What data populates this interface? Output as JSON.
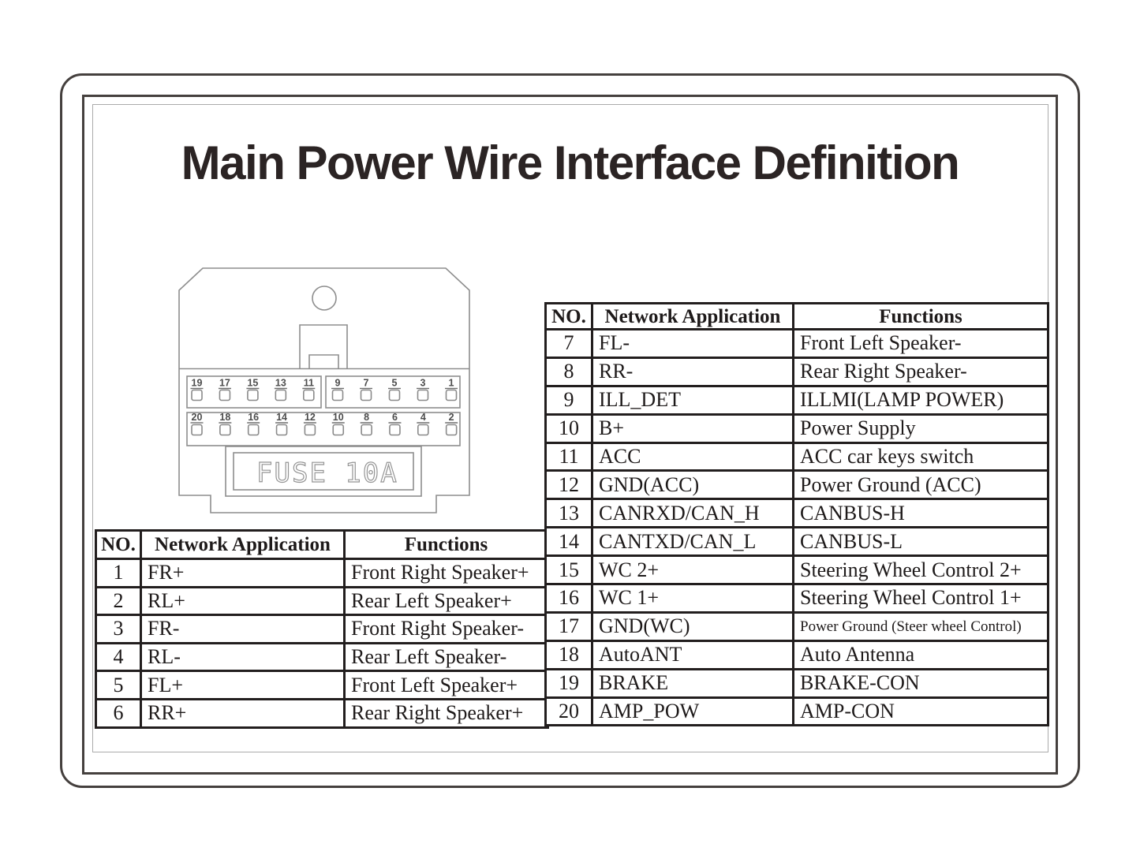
{
  "title": "Main Power Wire Interface Definition",
  "connector": {
    "fuse_label": "FUSE",
    "fuse_rating": "10A",
    "pin_rows": {
      "top_left": [
        "19",
        "17",
        "15",
        "13",
        "11"
      ],
      "top_right": [
        "9",
        "7",
        "5",
        "3",
        "1"
      ],
      "bottom": [
        "20",
        "18",
        "16",
        "14",
        "12",
        "10",
        "8",
        "6",
        "4",
        "2"
      ]
    }
  },
  "left_table": {
    "headers": [
      "NO.",
      "Network Application",
      "Functions"
    ],
    "rows": [
      [
        "1",
        "FR+",
        "Front Right Speaker+"
      ],
      [
        "2",
        "RL+",
        "Rear Left Speaker+"
      ],
      [
        "3",
        "FR-",
        "Front Right Speaker-"
      ],
      [
        "4",
        "RL-",
        "Rear Left Speaker-"
      ],
      [
        "5",
        "FL+",
        "Front Left Speaker+"
      ],
      [
        "6",
        "RR+",
        "Rear Right Speaker+"
      ]
    ]
  },
  "right_table": {
    "headers": [
      "NO.",
      "Network Application",
      "Functions"
    ],
    "rows": [
      [
        "7",
        "FL-",
        "Front Left Speaker-"
      ],
      [
        "8",
        "RR-",
        "Rear Right Speaker-"
      ],
      [
        "9",
        "ILL_DET",
        "ILLMI(LAMP POWER)"
      ],
      [
        "10",
        "B+",
        "Power Supply"
      ],
      [
        "11",
        "ACC",
        "ACC car keys switch"
      ],
      [
        "12",
        "GND(ACC)",
        "Power Ground (ACC)"
      ],
      [
        "13",
        "CANRXD/CAN_H",
        "CANBUS-H"
      ],
      [
        "14",
        "CANTXD/CAN_L",
        "CANBUS-L"
      ],
      [
        "15",
        "WC 2+",
        "Steering Wheel Control 2+"
      ],
      [
        "16",
        "WC 1+",
        "Steering Wheel Control 1+"
      ],
      [
        "17",
        "GND(WC)",
        "Power Ground (Steer wheel Control)"
      ],
      [
        "18",
        "AutoANT",
        "Auto Antenna"
      ],
      [
        "19",
        "BRAKE",
        "BRAKE-CON"
      ],
      [
        "20",
        "AMP_POW",
        "AMP-CON"
      ]
    ]
  }
}
